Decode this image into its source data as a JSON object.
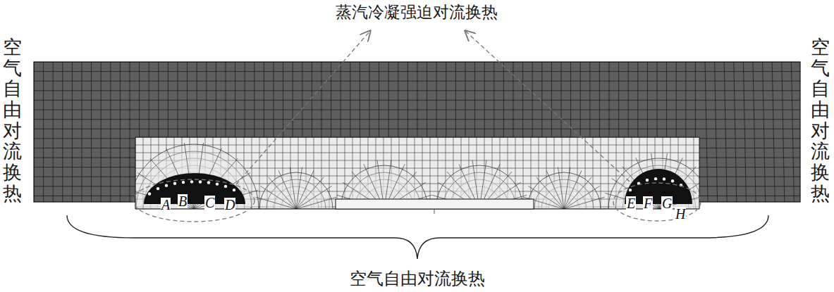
{
  "diagram": {
    "labels": [
      "蒸汽冷凝强迫对流换热",
      "空气自由对流换热",
      "A",
      "B",
      "C",
      "D",
      "E",
      "F",
      "G",
      "H",
      "空气自由对流换热",
      "空气自由对流换热"
    ]
  }
}
